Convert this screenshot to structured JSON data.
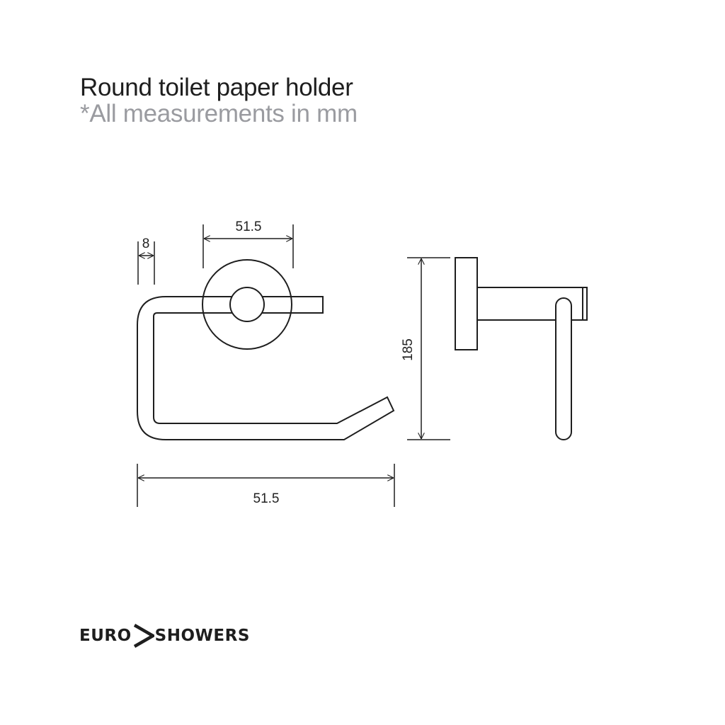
{
  "header": {
    "title": "Round toilet paper holder",
    "subtitle": "*All measurements in mm"
  },
  "front_view": {
    "dimensions": {
      "bar_thickness": "8",
      "rosette_diameter": "51.5",
      "overall_width": "51.5"
    }
  },
  "side_view": {
    "dimensions": {
      "overall_height": "185"
    }
  },
  "brand": {
    "left": "EURO",
    "right": "SHOWERS",
    "separator_icon": "chevron-right-icon"
  },
  "colors": {
    "line": "#1e1e1e",
    "subtitle": "#9a9ba0",
    "background": "#ffffff"
  }
}
